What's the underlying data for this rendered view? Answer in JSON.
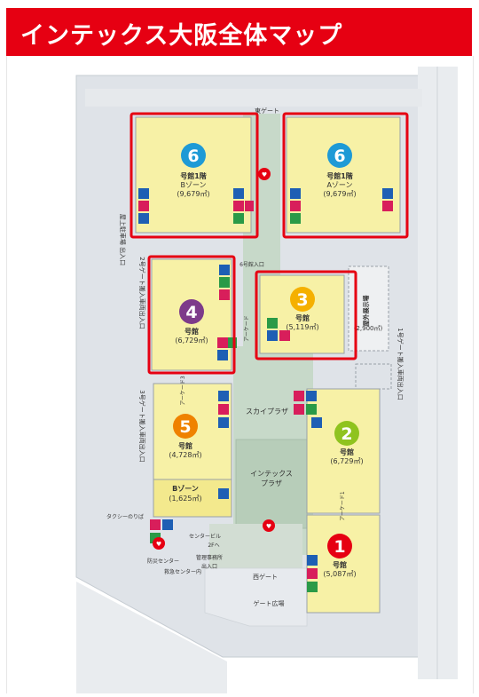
{
  "header": {
    "title": "インテックス大阪全体マップ"
  },
  "colors": {
    "title_bg": "#e60012",
    "hall_fill": "#f7f1a6",
    "corridor": "#c7d9c9",
    "ground": "#d9dee3",
    "highlight": "#e60012",
    "hall1": "#e60012",
    "hall2": "#8fc31f",
    "hall3": "#f5b000",
    "hall4": "#7d3b8a",
    "hall5": "#ef8200",
    "hall6": "#1e9ad6"
  },
  "halls": {
    "h6b": {
      "num": "6",
      "l1": "号館1階",
      "l2": "Bゾーン",
      "l3": "(9,679㎡)"
    },
    "h6a": {
      "num": "6",
      "l1": "号館1階",
      "l2": "Aゾーン",
      "l3": "(9,679㎡)"
    },
    "h4": {
      "num": "4",
      "l1": "号館",
      "l2": "(6,729㎡)"
    },
    "h3": {
      "num": "3",
      "l1": "号館",
      "l2": "(5,119㎡)"
    },
    "h5": {
      "num": "5",
      "l1": "号館",
      "l2": "(4,728㎡)"
    },
    "h5b": {
      "l1": "Bゾーン",
      "l2": "(1,625㎡)"
    },
    "h2": {
      "num": "2",
      "l1": "号館",
      "l2": "(6,729㎡)"
    },
    "h1": {
      "num": "1",
      "l1": "号館",
      "l2": "(5,087㎡)"
    }
  },
  "labels": {
    "east_gate": "東ゲート",
    "west_gate": "西ゲート",
    "gate_plaza": "ゲート広場",
    "sky_plaza": "スカイプラザ",
    "intex_plaza_1": "インテックス",
    "intex_plaza_2": "プラザ",
    "outdoor_1": "屋外展示場",
    "outdoor_2": "(2,900㎡)",
    "arcade": "アーケード",
    "arcade_3": "アーケード3",
    "arcade_1": "アーケード1",
    "hall6_door": "6号館入口",
    "center_bldg": "センタービル",
    "center_2f": "2Fへ",
    "nw_entrance": "屋上駐車場 出入口",
    "gate2_entrance": "2号ゲート搬入車両出入口",
    "gate3_entrance": "3号ゲート搬入車両出入口",
    "gate1_entrance": "1号ゲート搬入車両出入口",
    "taxi": "タクシーのりば",
    "disaster": "防災センター",
    "firstaid": "救急センター内",
    "admin": "管理事務所",
    "admin_entrance": "出入口"
  }
}
